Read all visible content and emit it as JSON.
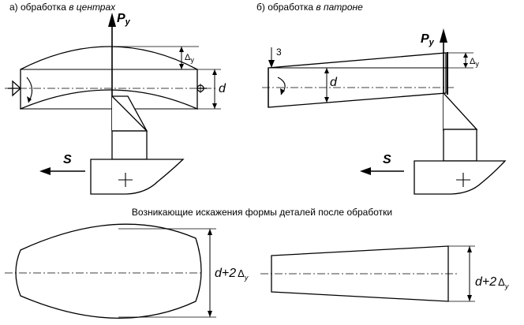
{
  "diagram": {
    "caption_a_prefix": "а) обработка ",
    "caption_a_italic": "в центрах",
    "caption_b_prefix": "б) обработка ",
    "caption_b_italic": "в патроне",
    "force_label": "P",
    "force_sub": "y",
    "feed_label": "S",
    "diameter_label": "d",
    "delta_symbol": "Δ",
    "delta_sub": "y",
    "number_label": "3",
    "bottom_title": "Возникающие искажения формы деталей после обработки",
    "result_dim_prefix": "d+2",
    "result_dim_delta": "Δ",
    "result_dim_sub": "y"
  }
}
